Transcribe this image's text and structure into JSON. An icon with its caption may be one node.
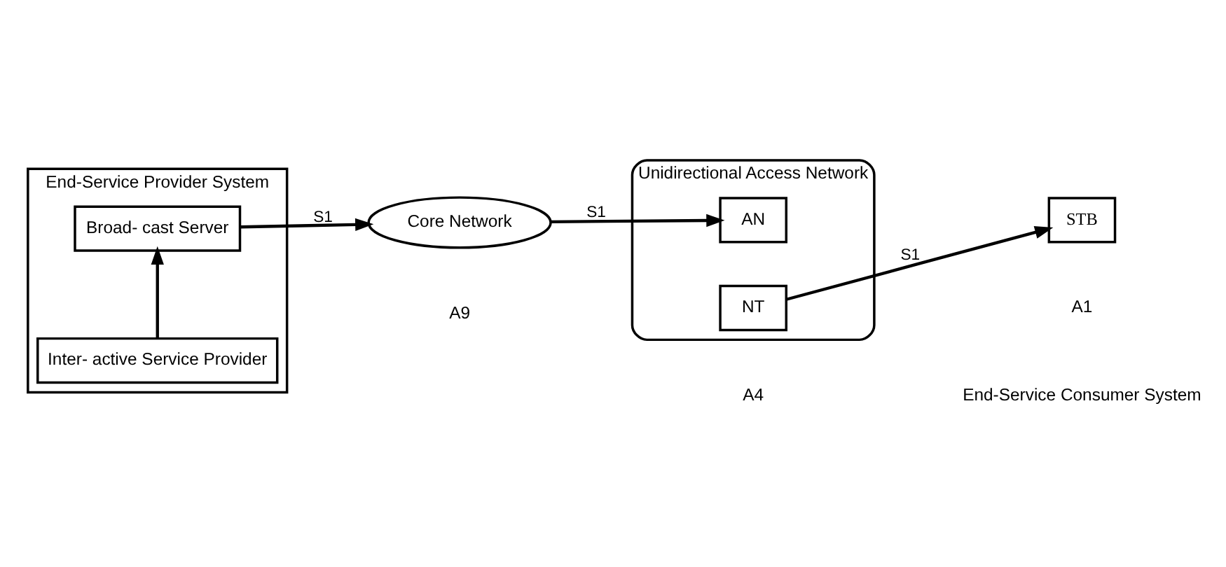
{
  "diagram": {
    "nodes": [
      {
        "text": [
          "End-Service Provider System"
        ]
      },
      {
        "text": [
          "Broad- cast Server"
        ],
        "in": 0
      },
      {
        "text": [
          "Inter- active Service Provider"
        ],
        "in": 0
      },
      {
        "text": [
          "Core Network"
        ]
      },
      {
        "text": [
          "Unidirectional Access Network"
        ]
      },
      {
        "text": [
          "AN"
        ],
        "in": 4
      },
      {
        "text": [
          "NT"
        ],
        "in": 4
      },
      {
        "text": [
          "STB"
        ]
      }
    ],
    "edges": [
      {
        "from": 2,
        "to": 1,
        "arrow": "to"
      },
      {
        "from": 1,
        "to": 3,
        "arrow": "to",
        "label": "S1"
      },
      {
        "from": 3,
        "to": 5,
        "arrow": "to",
        "label": "S1"
      },
      {
        "from": 6,
        "to": 7,
        "arrow": "to",
        "label": "S1"
      }
    ],
    "labels": [
      "A9",
      "A4",
      "A1",
      "End-Service Consumer System"
    ]
  }
}
